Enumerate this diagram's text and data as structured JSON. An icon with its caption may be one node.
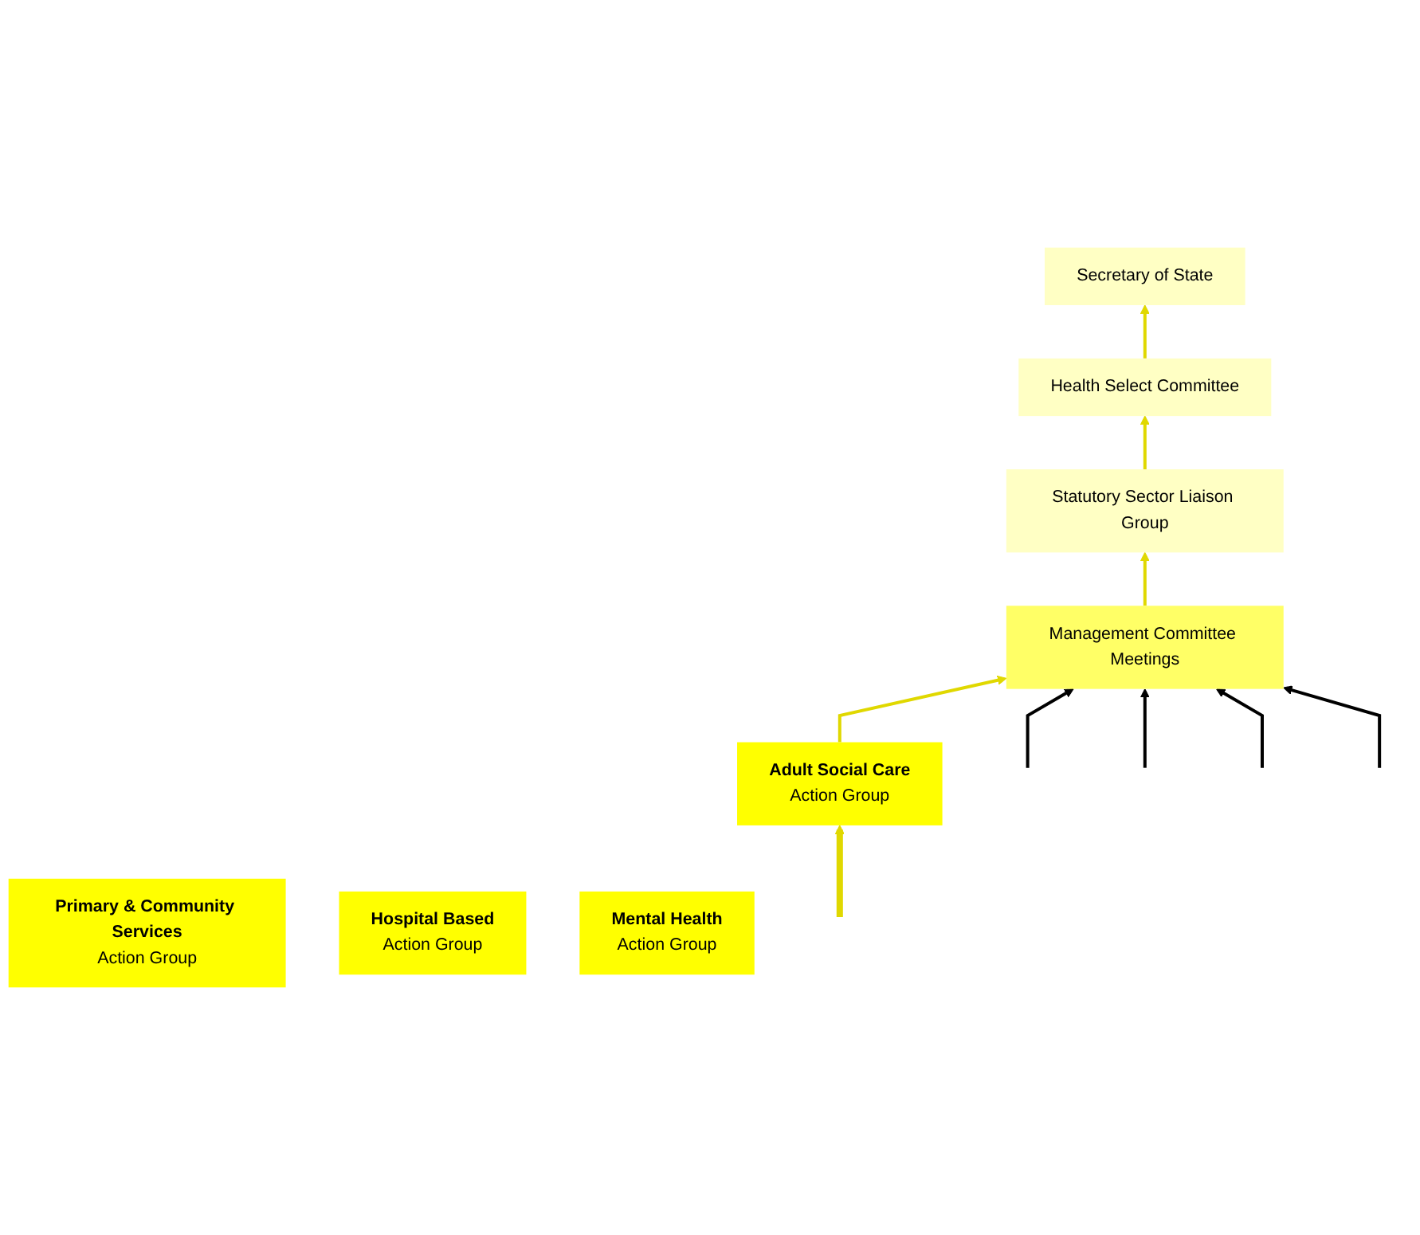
{
  "diagram": {
    "nodes": [
      {
        "text": [
          "Secretary of State"
        ]
      },
      {
        "text": [
          "Health Select Committee"
        ]
      },
      {
        "text": [
          "Statutory Sector Liaison Group"
        ]
      },
      {
        "text": [
          "Management Committee Meetings"
        ]
      },
      {
        "text": [
          "Primary & Community Services",
          "Action Group"
        ]
      },
      {
        "text": [
          "Adult Social Care",
          "Action Group"
        ]
      },
      {
        "text": [
          "Hospital Based",
          "Action Group"
        ]
      },
      {
        "text": [
          "Mental Health",
          "Action Group"
        ]
      }
    ],
    "edges": [
      {
        "from": 1,
        "to": 0,
        "arrow": "to"
      },
      {
        "from": 2,
        "to": 1,
        "arrow": "to"
      },
      {
        "from": 3,
        "to": 2,
        "arrow": "to"
      },
      {
        "from": 5,
        "to": 3,
        "arrow": "to"
      },
      {
        "from": null,
        "to": 5,
        "arrow": "to",
        "style": "thick"
      },
      {
        "from": null,
        "to": 3,
        "arrow": "to",
        "color": "#000000"
      },
      {
        "from": null,
        "to": 3,
        "arrow": "to",
        "color": "#000000"
      },
      {
        "from": null,
        "to": 3,
        "arrow": "to",
        "color": "#000000"
      },
      {
        "from": null,
        "to": 3,
        "arrow": "to",
        "color": "#000000"
      }
    ]
  }
}
